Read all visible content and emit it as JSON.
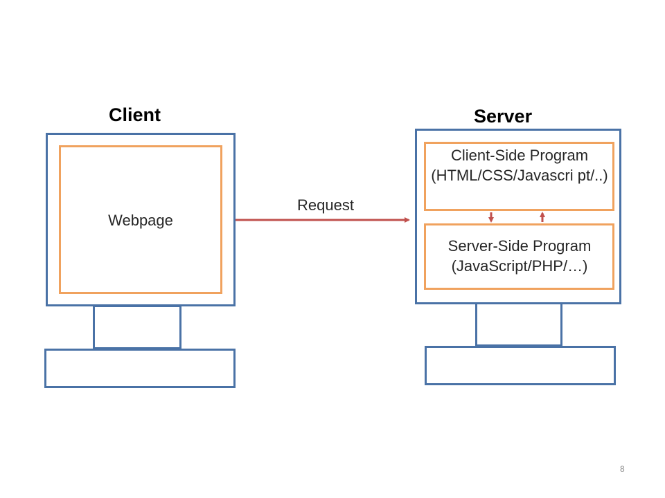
{
  "client": {
    "heading": "Client",
    "webpage_label": "Webpage"
  },
  "server": {
    "heading": "Server",
    "client_side_program": "Client-Side Program (HTML/CSS/Javascri pt/..)",
    "server_side_program": "Server-Side Program (JavaScript/PHP/…)"
  },
  "request_label": "Request",
  "page_number": "8",
  "colors": {
    "computer_outline": "#4a72a6",
    "program_box_outline": "#f0a25e",
    "arrow": "#c0504d"
  }
}
